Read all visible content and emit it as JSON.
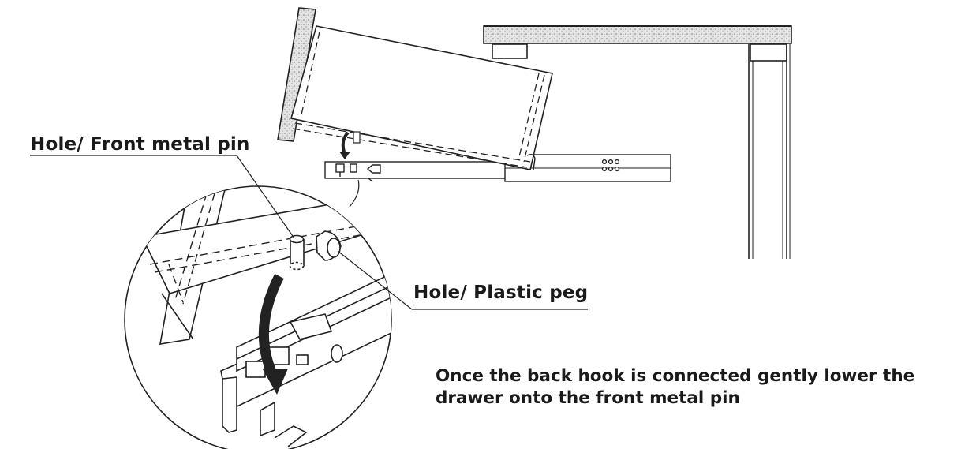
{
  "callouts": {
    "front_pin": "Hole/ Front metal pin",
    "plastic_peg": "Hole/ Plastic peg"
  },
  "instruction": {
    "line1": "Once the back hook is connected gently lower the",
    "line2": "drawer onto the front metal pin"
  }
}
